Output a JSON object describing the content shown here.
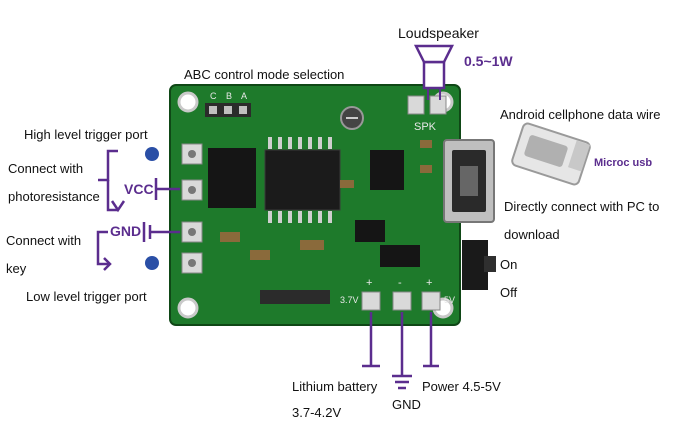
{
  "labels": {
    "loudspeaker": "Loudspeaker",
    "speaker_power": "0.5~1W",
    "abc_mode": "ABC control mode selection",
    "android_wire": "Android cellphone data wire",
    "micro_usb": "Microc usb",
    "high_trigger": "High level trigger port",
    "connect_with_1": "Connect with",
    "photoresistance": "photoresistance",
    "vcc": "VCC",
    "connect_with_2": "Connect with",
    "gnd_left": "GND",
    "key": "key",
    "low_trigger": "Low level trigger port",
    "pc_download_1": "Directly connect with PC to",
    "pc_download_2": "download",
    "on": "On",
    "off": "Off",
    "lithium_battery": "Lithium battery",
    "battery_voltage": "3.7-4.2V",
    "gnd_bottom": "GND",
    "power": "Power 4.5-5V"
  },
  "board_silkscreen": {
    "spk": "SPK",
    "plus_left": "+",
    "minus_mid": "-",
    "plus_right": "+",
    "v37": "3.7V",
    "v5": "5V",
    "c": "C",
    "b": "B",
    "a": "A"
  },
  "colors": {
    "pcb": "#1e7a2b",
    "pcb_dark": "#145a1d",
    "annotation": "#5b2d8e",
    "pad": "#d9d9d9"
  }
}
